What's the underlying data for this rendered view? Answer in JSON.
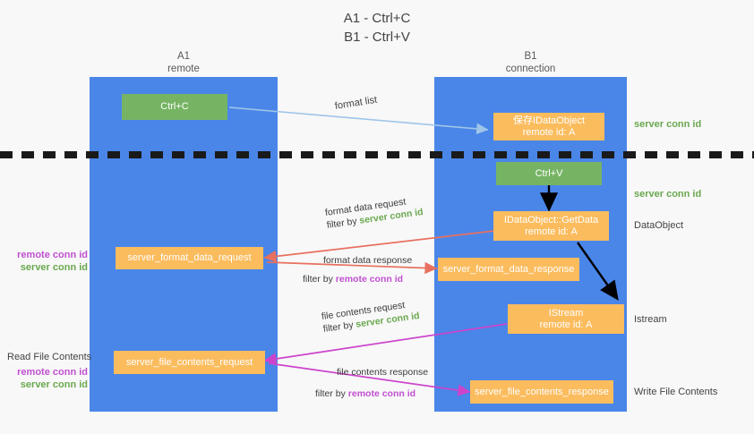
{
  "title": "A1 - Ctrl+C\nB1 - Ctrl+V",
  "lanes": {
    "left": {
      "name": "A1",
      "role": "remote",
      "header": "A1\nremote"
    },
    "right": {
      "name": "B1",
      "role": "connection",
      "header": "B1\nconnection"
    }
  },
  "colors": {
    "lane": "#4a86e8",
    "box_orange": "#fbbc5e",
    "box_green": "#76b464",
    "server_conn_id": "#6aa84f",
    "remote_conn_id": "#c050d0",
    "arrow_format_list": "#9fc5e8",
    "arrow_format_data": "#e8705f",
    "arrow_file_contents": "#cc44cc",
    "arrow_internal": "#000000",
    "background": "#f8f8f8"
  },
  "boxes": {
    "ctrl_c": {
      "label": "Ctrl+C",
      "style": "green"
    },
    "save_idataobject": {
      "label": "保存IDataObject\nremote id: A",
      "style": "orange"
    },
    "ctrl_v": {
      "label": "Ctrl+V",
      "style": "green"
    },
    "getdata": {
      "label": "IDataObject::GetData\nremote id: A",
      "style": "orange"
    },
    "server_format_data_request": {
      "label": "server_format_data_request",
      "style": "orange"
    },
    "server_format_data_response": {
      "label": "server_format_data_response",
      "style": "orange"
    },
    "istream": {
      "label": "IStream\nremote id: A",
      "style": "orange"
    },
    "server_file_contents_request": {
      "label": "server_file_contents_request",
      "style": "orange"
    },
    "server_file_contents_response": {
      "label": "server_file_contents_response",
      "style": "orange"
    }
  },
  "edge_labels": {
    "format_list": "format list",
    "format_data_request": "format data request",
    "format_data_request_filter_prefix": "filter by ",
    "format_data_request_filter_key": "server conn id",
    "format_data_response": "format data response",
    "format_data_response_filter_prefix": "filter by ",
    "format_data_response_filter_key": "remote conn id",
    "file_contents_request": "file contents request",
    "file_contents_request_filter_prefix": "filter by ",
    "file_contents_request_filter_key": "server conn id",
    "file_contents_response": "file contents response",
    "file_contents_response_filter_prefix": "filter by ",
    "file_contents_response_filter_key": "remote conn id"
  },
  "right_annotations": {
    "server_conn_id_top": "server conn id",
    "server_conn_id_mid": "server conn id",
    "dataobject": "DataObject",
    "istream": "Istream",
    "write_file_contents": "Write File Contents"
  },
  "left_annotations": {
    "remote_conn_id_upper": "remote conn id",
    "server_conn_id_upper": "server conn id",
    "read_file_contents": "Read File Contents",
    "remote_conn_id_lower": "remote conn id",
    "server_conn_id_lower": "server conn id"
  }
}
